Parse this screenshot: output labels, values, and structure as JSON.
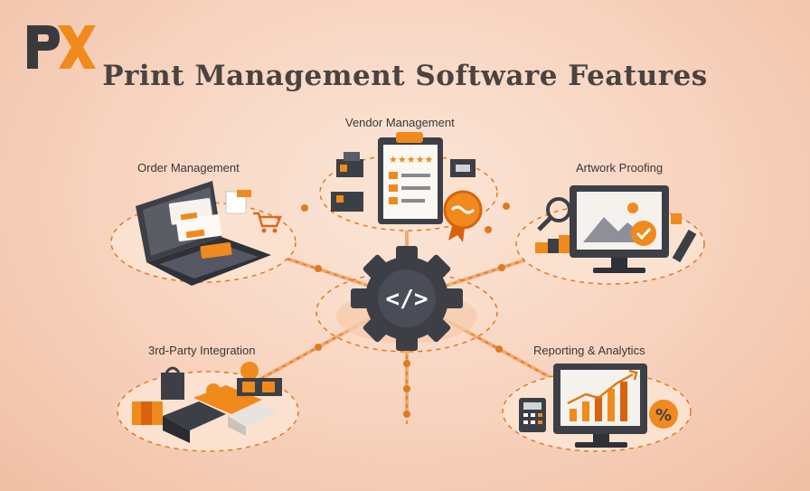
{
  "header": {
    "logo_text": "PX",
    "title": "Print Management Software Features"
  },
  "hub": {
    "symbol": "</>",
    "icon": "code-gear-icon"
  },
  "features": {
    "order": {
      "label": "Order Management",
      "icon": "laptop-cart-icon"
    },
    "vendor": {
      "label": "Vendor Management",
      "icon": "clipboard-handshake-icon"
    },
    "artwork": {
      "label": "Artwork Proofing",
      "icon": "monitor-check-icon"
    },
    "third": {
      "label": "3rd-Party Integration",
      "icon": "puzzle-icon"
    },
    "report": {
      "label": "Reporting & Analytics",
      "icon": "monitor-chart-icon"
    }
  },
  "colors": {
    "accent": "#f08a1c",
    "accent_dark": "#d9620f",
    "dark": "#3d3f47",
    "title": "#4a4340",
    "dash": "#e07a1e"
  }
}
